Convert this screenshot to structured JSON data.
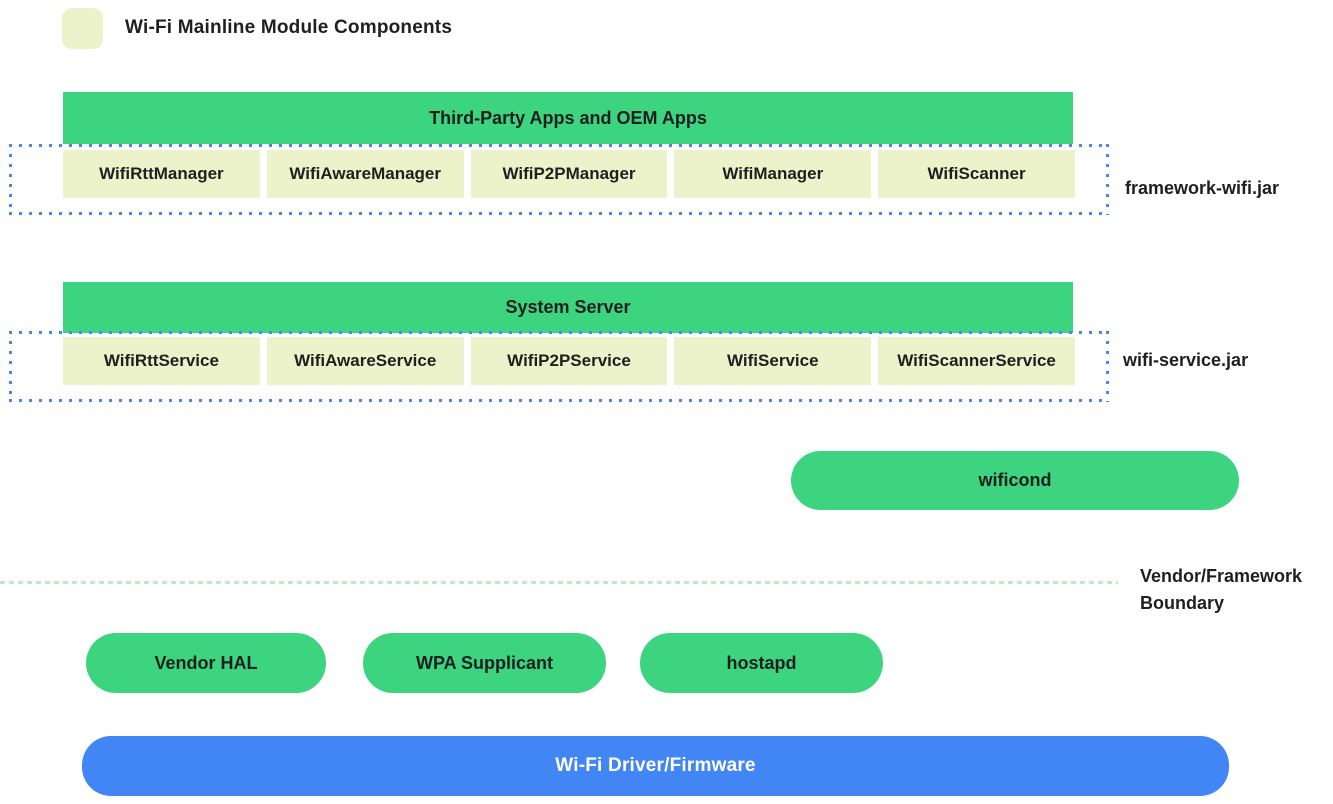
{
  "title": "Wi-Fi Mainline Module Components",
  "colors": {
    "module_green": "#3cd47f",
    "mainline_pale_yellow": "#ecf3cb",
    "driver_blue": "#4285f4",
    "dotted_border_blue": "#4a86f3",
    "boundary_mint": "#b7eccd",
    "text": "#1f1f1f"
  },
  "legend": {
    "swatch": "mainline-module-swatch",
    "label": "Wi-Fi Mainline Module Components"
  },
  "sections": [
    {
      "header": "Third-Party Apps and OEM Apps",
      "items": [
        "WifiRttManager",
        "WifiAwareManager",
        "WifiP2PManager",
        "WifiManager",
        "WifiScanner"
      ],
      "jar_label": "framework-wifi.jar"
    },
    {
      "header": "System Server",
      "items": [
        "WifiRttService",
        "WifiAwareService",
        "WifiP2PService",
        "WifiService",
        "WifiScannerService"
      ],
      "jar_label": "wifi-service.jar"
    }
  ],
  "wificond": {
    "label": "wificond"
  },
  "boundary": {
    "label": "Vendor/Framework Boundary"
  },
  "vendor_components": [
    {
      "label": "Vendor HAL"
    },
    {
      "label": "WPA Supplicant"
    },
    {
      "label": "hostapd"
    }
  ],
  "driver": {
    "label": "Wi-Fi Driver/Firmware"
  }
}
